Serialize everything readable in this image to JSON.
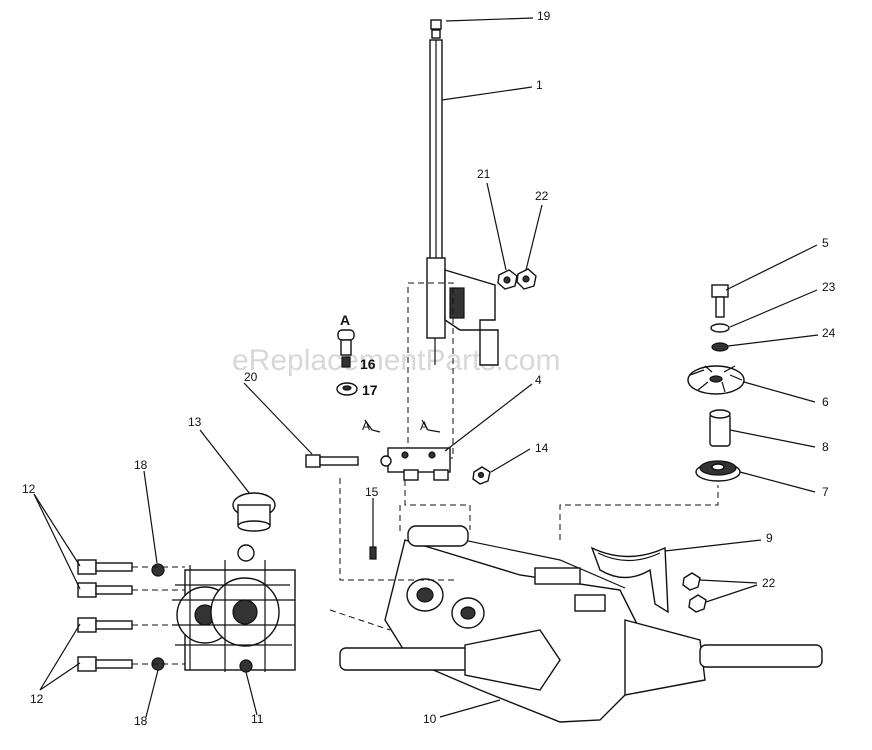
{
  "watermark": "eReplacementParts.com",
  "callouts": {
    "c19": "19",
    "c1": "1",
    "c21": "21",
    "c22a": "22",
    "c5": "5",
    "c23": "23",
    "c24": "24",
    "c6": "6",
    "c8": "8",
    "c7": "7",
    "c9": "9",
    "c22b": "22",
    "cA": "A",
    "c16": "16",
    "c17": "17",
    "c20": "20",
    "c4": "4",
    "cA1": "A",
    "cA2": "A",
    "c13": "13",
    "c14": "14",
    "c15": "15",
    "c18a": "18",
    "c12a": "12",
    "c12b": "12",
    "c18b": "18",
    "c11": "11",
    "c10": "10"
  }
}
